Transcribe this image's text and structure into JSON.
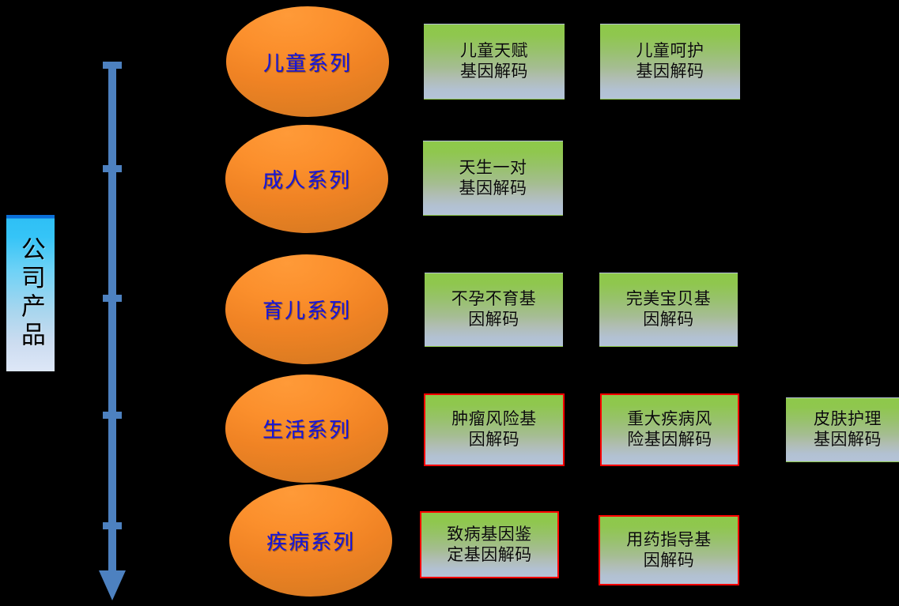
{
  "side_label": {
    "text": "公司产品",
    "gradient_top": "#2fc0f5",
    "gradient_bottom": "#dde7f7"
  },
  "arrow": {
    "name": "downward-timeline-arrow",
    "color": "#4d81c0",
    "direction": "down",
    "tick_count": 5
  },
  "colors": {
    "ellipse_fill": "#f08324",
    "ellipse_text": "#1414e0",
    "box_gradient_top": "#8ec84a",
    "box_gradient_bottom": "#b4c3d8",
    "box_highlight_border": "#ff0000",
    "background": "#000000"
  },
  "series": [
    {
      "category": "儿童系列",
      "products": [
        {
          "label": "儿童天赋\n基因解码",
          "line1": "儿童天赋",
          "line2": "基因解码",
          "highlighted": false
        },
        {
          "label": "儿童呵护\n基因解码",
          "line1": "儿童呵护",
          "line2": "基因解码",
          "highlighted": false
        }
      ]
    },
    {
      "category": "成人系列",
      "products": [
        {
          "label": "天生一对\n基因解码",
          "line1": "天生一对",
          "line2": "基因解码",
          "highlighted": false
        }
      ]
    },
    {
      "category": "育儿系列",
      "products": [
        {
          "label": "不孕不育基\n因解码",
          "line1": "不孕不育基",
          "line2": "因解码",
          "highlighted": false
        },
        {
          "label": "完美宝贝基\n因解码",
          "line1": "完美宝贝基",
          "line2": "因解码",
          "highlighted": false
        }
      ]
    },
    {
      "category": "生活系列",
      "products": [
        {
          "label": "肿瘤风险基\n因解码",
          "line1": "肿瘤风险基",
          "line2": "因解码",
          "highlighted": true
        },
        {
          "label": "重大疾病风\n险基因解码",
          "line1": "重大疾病风",
          "line2": "险基因解码",
          "highlighted": true
        },
        {
          "label": "皮肤护理\n基因解码",
          "line1": "皮肤护理",
          "line2": "基因解码",
          "highlighted": false
        }
      ]
    },
    {
      "category": "疾病系列",
      "products": [
        {
          "label": "致病基因鉴\n定基因解码",
          "line1": "致病基因鉴",
          "line2": "定基因解码",
          "highlighted": true
        },
        {
          "label": "用药指导基\n因解码",
          "line1": "用药指导基",
          "line2": "因解码",
          "highlighted": true
        }
      ]
    }
  ]
}
